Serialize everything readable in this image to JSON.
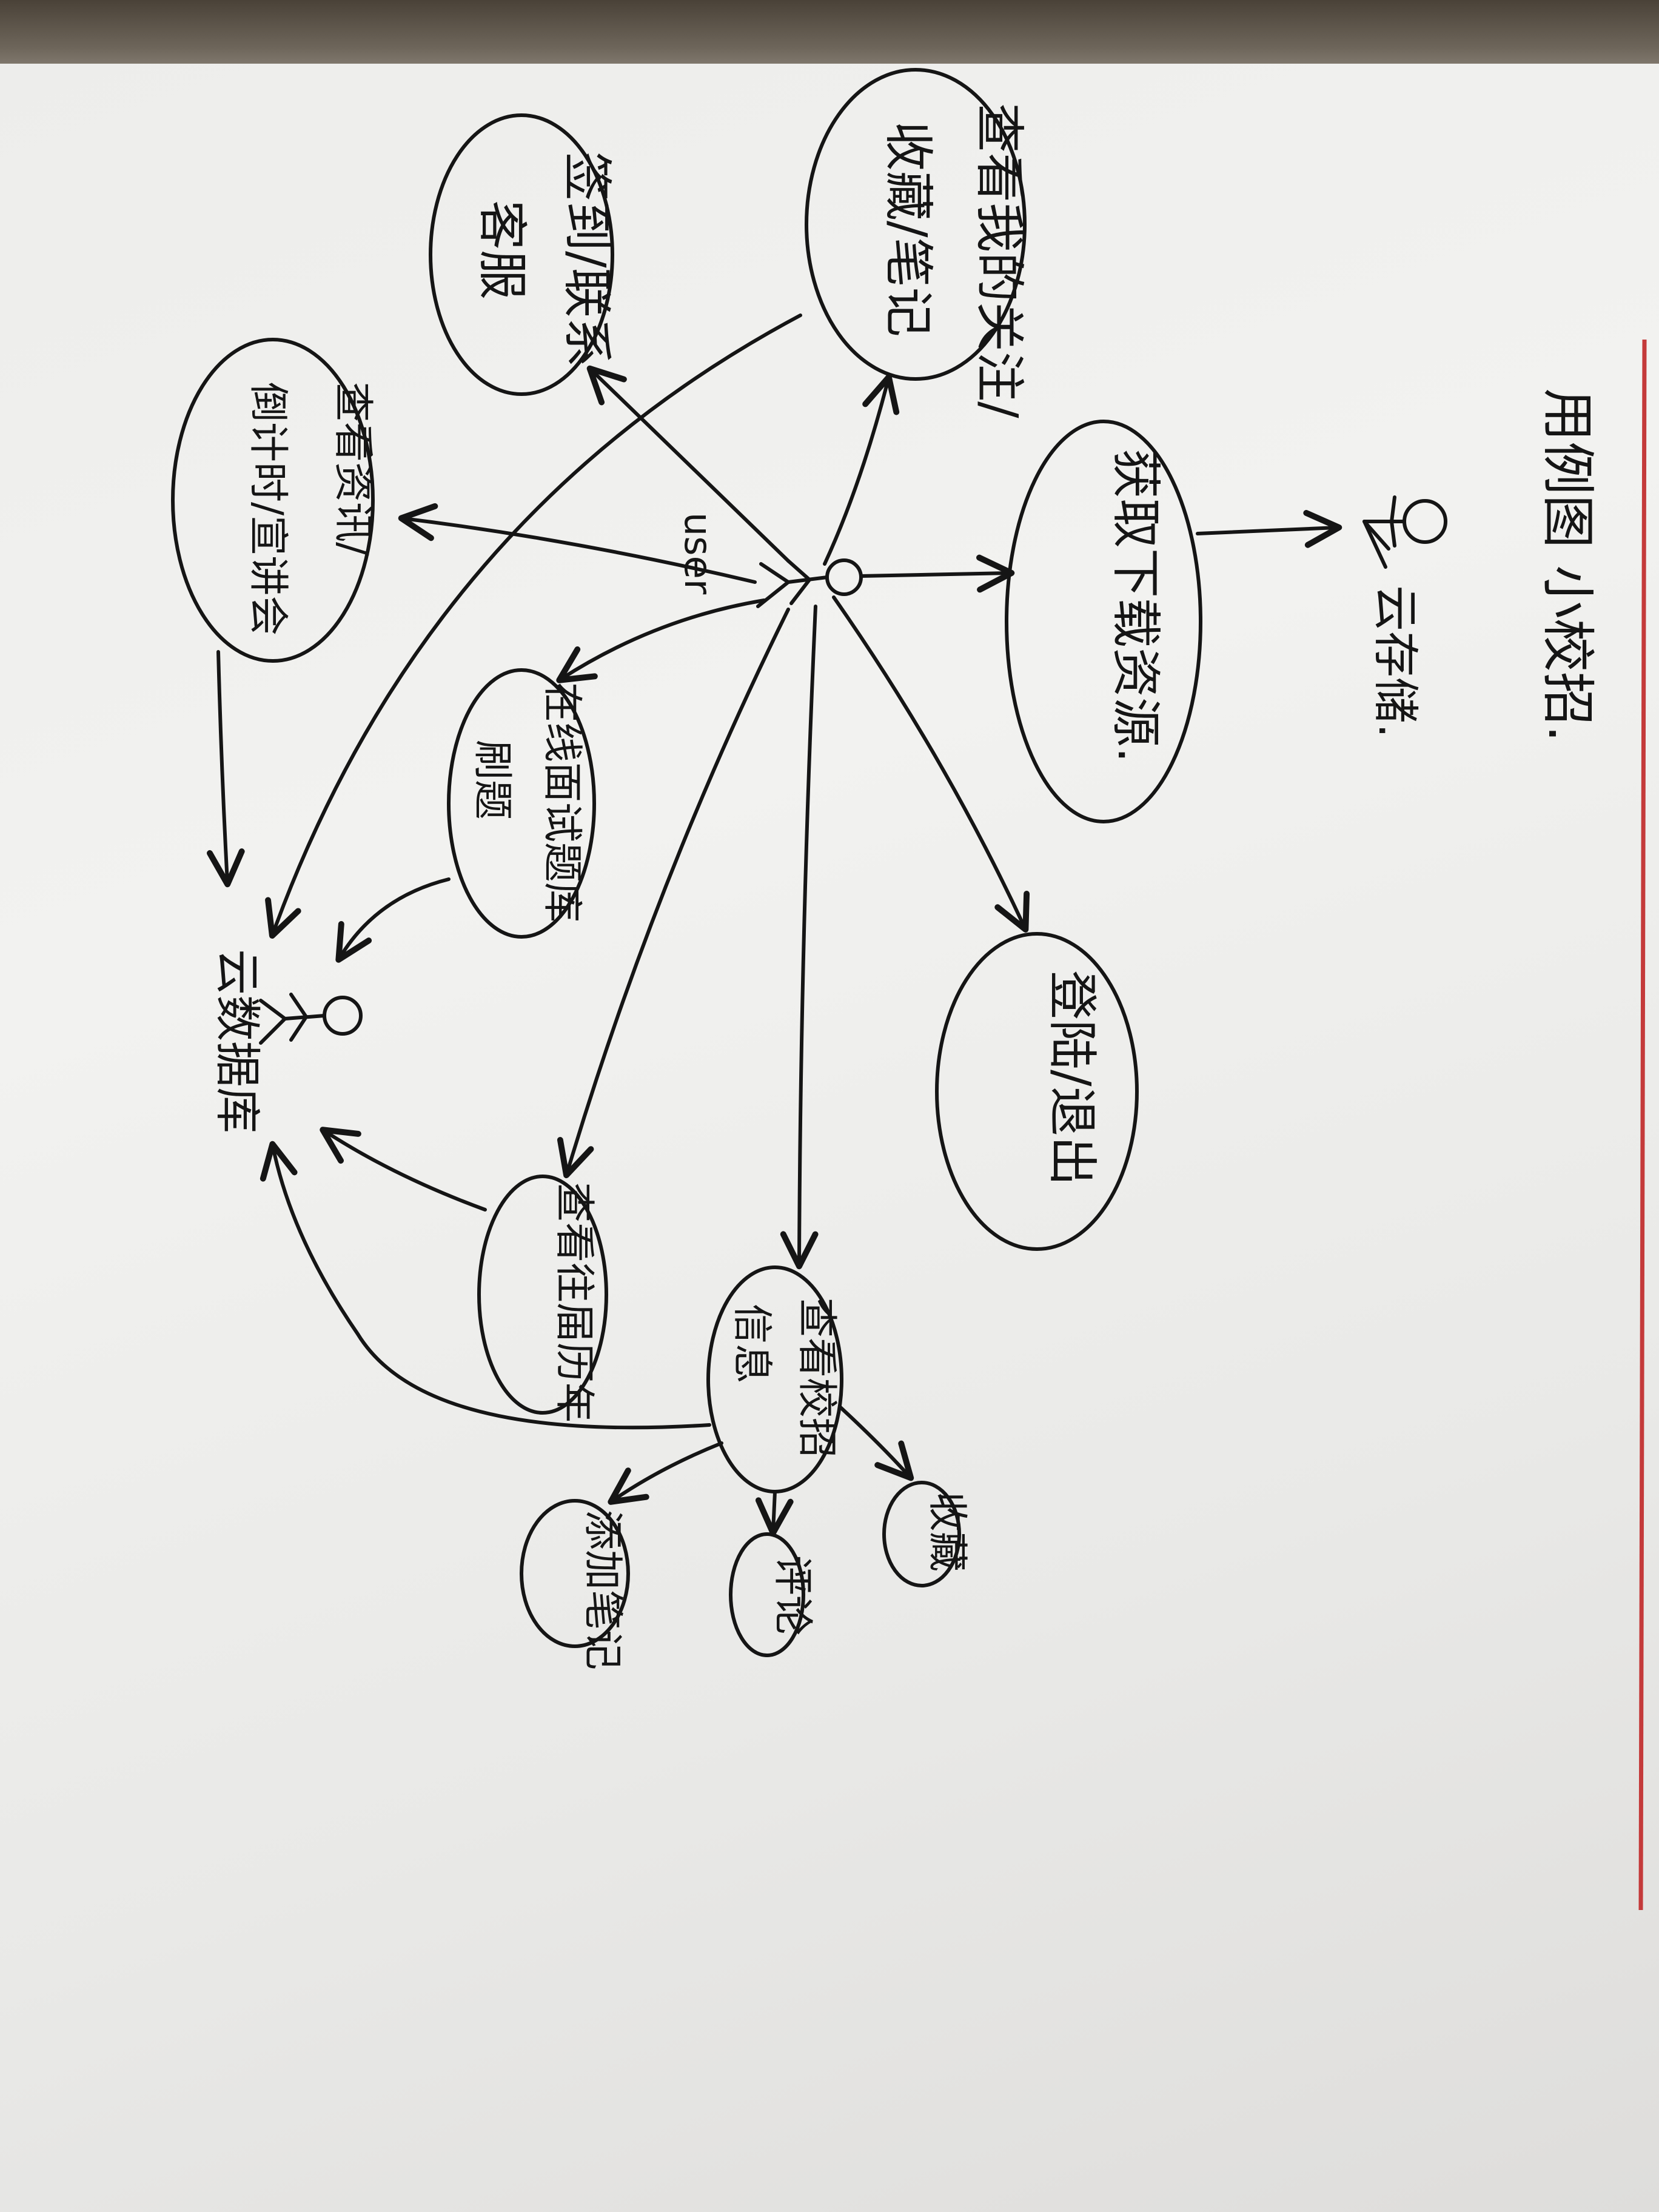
{
  "diagram": {
    "title": "用例图 小校招.",
    "actors": {
      "user": "user",
      "cloud_storage": "云存储.",
      "cloud_database": "云数据库"
    },
    "use_cases": {
      "download": "获取下载资源.",
      "login": "登陆/退出",
      "browse_info_line1": "查看校招",
      "browse_info_line2": "信息",
      "collect": "收藏",
      "comment": "评论",
      "add_note": "添加笔记",
      "history_line1": "查看往届历年",
      "history_line2": "",
      "interview_line1": "在线面试题库",
      "interview_line2": "刷题",
      "news_line1": "查看资讯/",
      "news_line2": "倒计时/宣讲会",
      "contact_line1": "签到/联系",
      "contact_line2": "客服",
      "my_line1": "查看我的关注/",
      "my_line2": "收藏/笔记"
    }
  }
}
